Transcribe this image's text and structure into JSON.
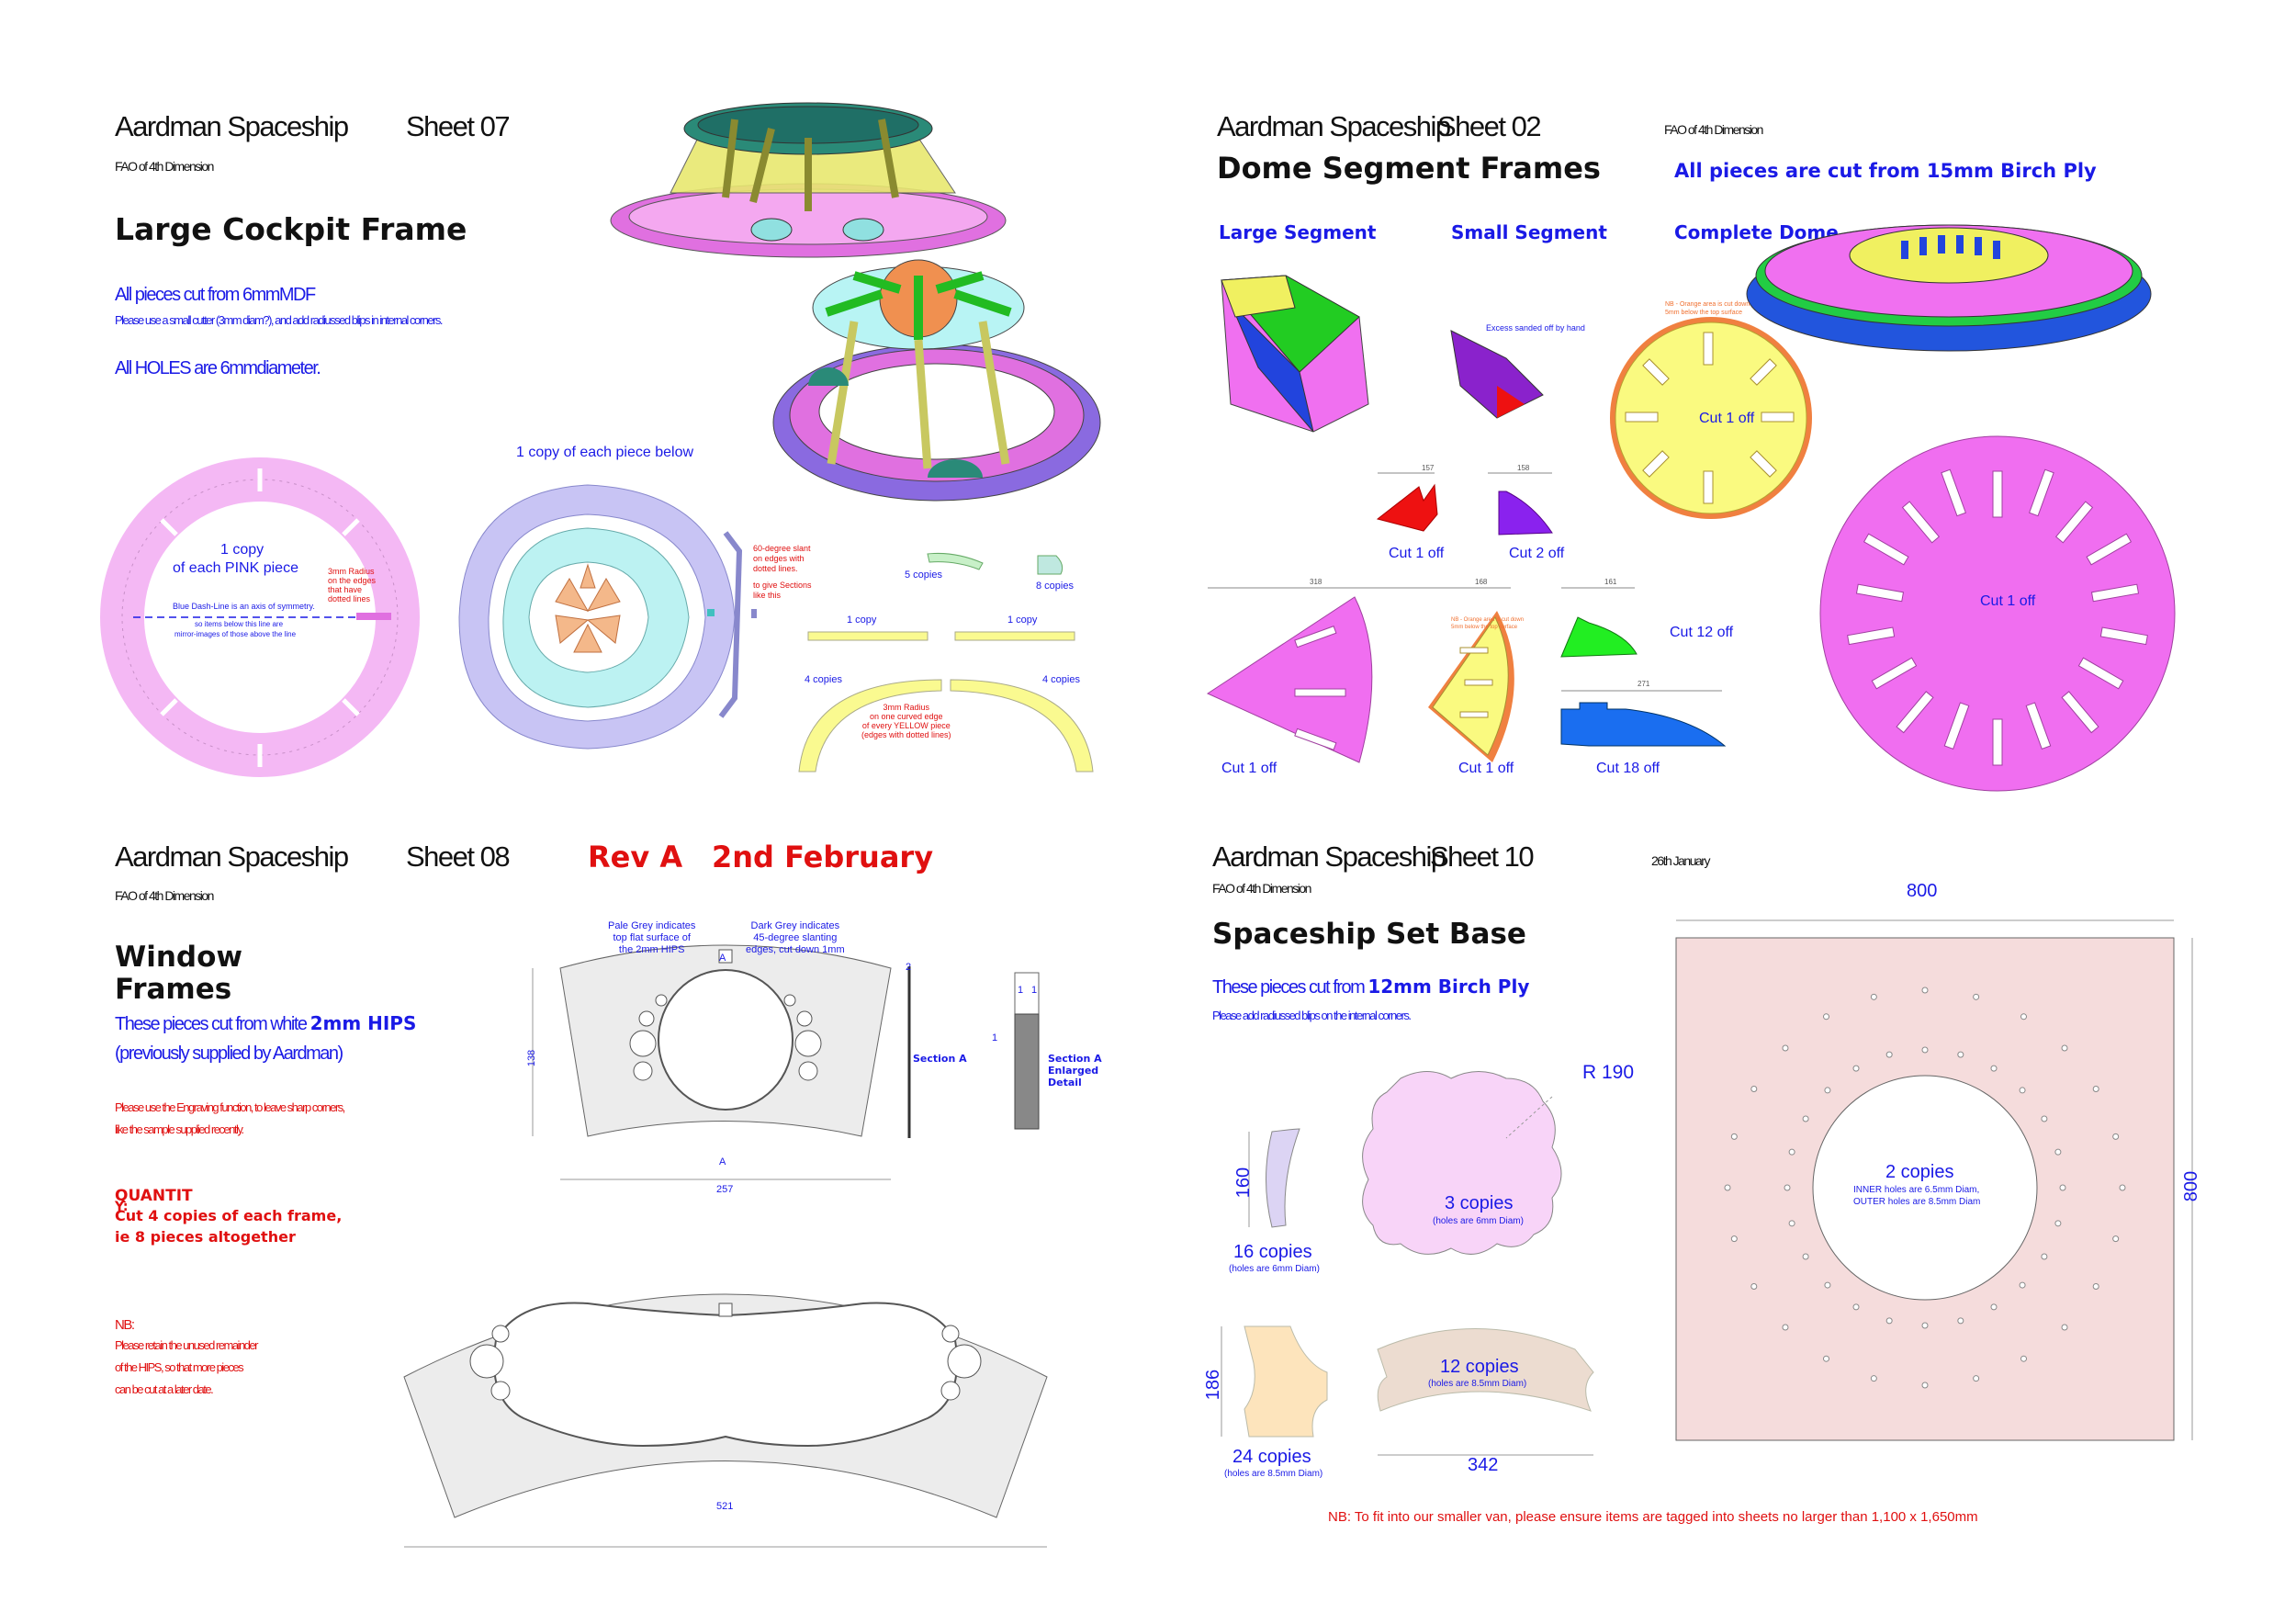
{
  "sheet07": {
    "project": "Aardman Spaceship",
    "sheet": "Sheet 07",
    "fao": "FAO  of 4th Dimension",
    "title": "Large Cockpit Frame",
    "material": "All pieces cut from 6mmMDF",
    "cutter_note": "Please use a small cutter  (3mm diam?), and add radiussed blips in internal  corners.",
    "holes": "All HOLES  are 6mmdiameter.",
    "copy_each_below": "1 copy of each piece below",
    "pink_label_1": "1 copy",
    "pink_label_2": "of each PINK piece",
    "pink_radius_note": [
      "3mm Radius",
      "on the edges",
      "that have",
      "dotted lines"
    ],
    "dash_line_note": "Blue Dash-Line is an axis of symmetry.",
    "mirror_note_1": "so items below this line are",
    "mirror_note_2": "mirror-images of those above the line",
    "slant_note": [
      "60-degree slant",
      "on edges with",
      "dotted lines."
    ],
    "sections_note": [
      "to give Sections",
      "like this"
    ],
    "copies_5": "5 copies",
    "copies_8": "8 copies",
    "copies_1a": "1 copy",
    "copies_1b": "1 copy",
    "copies_4a": "4 copies",
    "copies_4b": "4 copies",
    "yellow_note": [
      "3mm Radius",
      "on one curved edge",
      "of every YELLOW piece",
      "(edges with dotted lines)"
    ]
  },
  "sheet02": {
    "project": "Aardman Spaceship",
    "sheet": "Sheet 02",
    "fao": "FAO   of 4th Dimension",
    "title": "Dome Segment Frames",
    "material": "All pieces are cut from 15mm Birch Ply",
    "large_segment": "Large Segment",
    "small_segment": "Small Segment",
    "complete_dome": "Complete Dome",
    "excess_note": "Excess sanded off by hand",
    "orange_note": [
      "NB - Orange area is cut down",
      "5mm below the top surface"
    ],
    "orange_note_b": [
      "NB - Orange area is cut down",
      "5mm below the top surface"
    ],
    "cut1_yellow_disc": "Cut 1 off",
    "cut1_red": "Cut 1 off",
    "cut2_purple": "Cut 2 off",
    "cut1_pink_segment": "Cut 1 off",
    "cut1_yellow_segment": "Cut 1 off",
    "cut12_green": "Cut 12 off",
    "cut18_blue": "Cut 18 off",
    "cut1_pink_disc": "Cut 1 off",
    "dims": {
      "d157": "157",
      "d158": "158",
      "d318": "318",
      "d168": "168",
      "d161": "161",
      "d271": "271"
    }
  },
  "sheet08": {
    "project": "Aardman Spaceship",
    "sheet": "Sheet 08",
    "rev": "Rev A",
    "date": "2nd February",
    "fao": "FAO  of 4th Dimension",
    "title_1": "Window",
    "title_2": "Frames",
    "material_prefix": "These pieces cut from white ",
    "material_bold": "2mm HIPS",
    "supplied": "(previously  supplied by Aardman)",
    "engrave_1": "Please use the Engraving function, to leave sharp corners,",
    "engrave_2": "like the sample supplied recently.",
    "quantity_label": "QUANTIT",
    "quantity_y": "Y:",
    "quantity_1": "Cut  4 copies of each frame,",
    "quantity_2": "ie 8 pieces altogether",
    "nb": "NB:",
    "nb_1": "Please retain the unused remainder",
    "nb_2": "of the HIPS, so that more pieces",
    "nb_3": "can be cut at a later  date.",
    "pale_grey": [
      "Pale Grey indicates",
      "top flat surface of",
      "the 2mm HIPS"
    ],
    "dark_grey": [
      "Dark Grey indicates",
      "45-degree slanting",
      "edges, cut down 1mm"
    ],
    "section_a": "Section A",
    "section_a_enlarged": [
      "Section A",
      "Enlarged",
      "Detail"
    ],
    "marker_a": "A",
    "dims": {
      "h138": "138",
      "w257": "257",
      "w521": "521",
      "d2": "2",
      "d1a": "1",
      "d1b": "1",
      "d1c": "1"
    }
  },
  "sheet10": {
    "project": "Aardman Spaceship",
    "sheet": "Sheet 10",
    "date": "26th January",
    "fao": "FAO  of 4th Dimension",
    "title": "Spaceship Set  Base",
    "material_prefix": "These pieces cut from ",
    "material_bold": "12mm Birch  Ply",
    "blips": "Please add radiussed blips on the internal  corners.",
    "r190": "R 190",
    "copies_3": "3 copies",
    "copies_3_holes": "(holes are 6mm Diam)",
    "copies_16": "16 copies",
    "copies_16_holes": "(holes are 6mm Diam)",
    "copies_24": "24 copies",
    "copies_24_holes": "(holes are 8.5mm Diam)",
    "copies_12": "12 copies",
    "copies_12_holes": "(holes are 8.5mm Diam)",
    "copies_2": "2 copies",
    "inner_holes": "INNER holes are 6.5mm Diam,",
    "outer_holes": "OUTER holes are 8.5mm Diam",
    "dims": {
      "d160": "160",
      "d186": "186",
      "d342": "342",
      "d800w": "800",
      "d800h": "800"
    },
    "nb_van": "NB:   To fit into our smaller van, please ensure items are tagged into sheets no larger than 1,100 x 1,650mm"
  },
  "colors": {
    "pink": "#f4a8f0",
    "blue": "#1a1ae6",
    "red": "#e01010",
    "yellow": "#fafa80",
    "green": "#22dd22",
    "lilac": "#c8b8f0",
    "cyan": "#b8f4f4",
    "base": "#f5dcdc"
  }
}
